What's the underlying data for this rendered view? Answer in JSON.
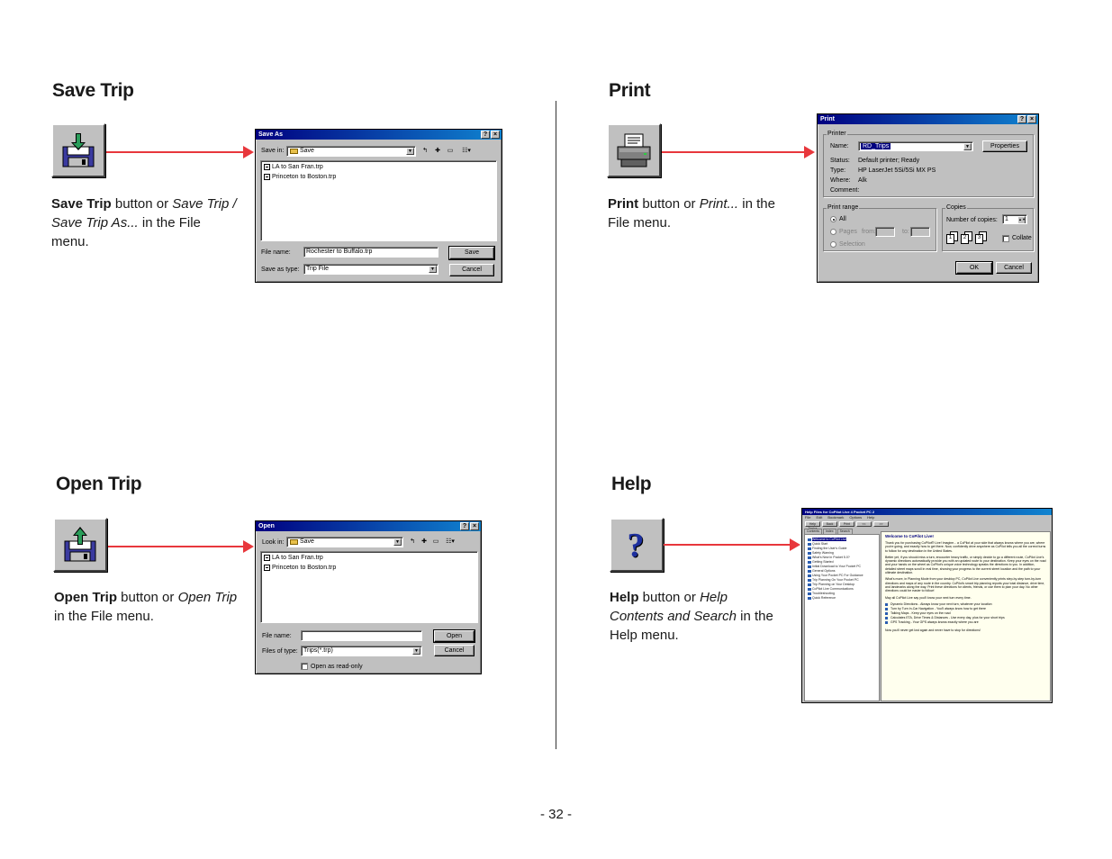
{
  "sections": {
    "save": {
      "title": "Save Trip",
      "desc_bold": "Save Trip",
      "desc_mid": " button or ",
      "desc_it": "Save Trip / Save Trip As...",
      "desc_end": " in the File menu.",
      "icon": "save-disk-icon"
    },
    "print": {
      "title": "Print",
      "desc_bold": "Print",
      "desc_mid": " button or ",
      "desc_it": "Print...",
      "desc_end": " in the File menu.",
      "icon": "printer-icon"
    },
    "open": {
      "title": "Open Trip",
      "desc_bold": "Open Trip",
      "desc_mid": " button or ",
      "desc_it": "Open Trip",
      "desc_end": " in the File menu.",
      "icon": "open-disk-icon"
    },
    "help": {
      "title": "Help",
      "desc_bold": "Help",
      "desc_mid": " button or ",
      "desc_it": "Help Contents and Search",
      "desc_end": " in the Help menu.",
      "icon": "question-mark-icon"
    }
  },
  "save_dialog": {
    "title": "Save As",
    "save_in_label": "Save in:",
    "save_in_value": "Save",
    "files": [
      "LA to San Fran.trp",
      "Princeton to Boston.trp"
    ],
    "file_name_label": "File name:",
    "file_name_value": "Rochester to Buffalo.trp",
    "save_as_type_label": "Save as type:",
    "save_as_type_value": "Trip File",
    "save_button": "Save",
    "cancel_button": "Cancel"
  },
  "open_dialog": {
    "title": "Open",
    "look_in_label": "Look in:",
    "look_in_value": "Save",
    "files": [
      "LA to San Fran.trp",
      "Princeton to Boston.trp"
    ],
    "file_name_label": "File name:",
    "file_name_value": "",
    "files_of_type_label": "Files of type:",
    "files_of_type_value": "Trips(*.trp)",
    "open_button": "Open",
    "cancel_button": "Cancel",
    "read_only_label": "Open as read-only"
  },
  "print_dialog": {
    "title": "Print",
    "printer_group": "Printer",
    "name_label": "Name:",
    "name_value": "RD_Trips",
    "properties_button": "Properties",
    "status_label": "Status:",
    "status_value": "Default printer; Ready",
    "type_label": "Type:",
    "type_value": "HP LaserJet 5Si/5Si MX PS",
    "where_label": "Where:",
    "where_value": "Alk",
    "comment_label": "Comment:",
    "comment_value": "",
    "print_range_group": "Print range",
    "all_label": "All",
    "pages_label": "Pages",
    "from_label": "from:",
    "to_label": "to:",
    "selection_label": "Selection",
    "copies_group": "Copies",
    "copies_label": "Number of copies:",
    "copies_value": "1",
    "collate_label": "Collate",
    "collate_pages": [
      "1",
      "2",
      "3"
    ],
    "ok_button": "OK",
    "cancel_button": "Cancel"
  },
  "help_window": {
    "title": "Help Files for CoPilot Live 4 Pocket PC 2",
    "menu": [
      "File",
      "Edit",
      "Bookmark",
      "Options",
      "Help"
    ],
    "toolbar": [
      "Help Topics",
      "Back",
      "Print",
      "<<",
      ">>"
    ],
    "tabs": [
      "Contents",
      "Index",
      "Search"
    ],
    "tree": [
      "Welcome to CoPilot Live",
      "Quick Start",
      "Finding the User's Guide",
      "Safety Warning",
      "What's New in Pocket 5.0?",
      "Getting Started",
      "Initial Download to Your Pocket PC",
      "General Options",
      "Using Your Pocket PC For Guidance",
      "Trip Planning On Your Pocket PC",
      "Trip Planning on Your Desktop",
      "CoPilot Live Communications",
      "Troubleshooting",
      "Quick Reference"
    ],
    "heading": "Welcome to CoPilot Live!",
    "paragraphs": [
      "Thank you for purchasing CoPilot® Live! Imagine... a CoPilot at your side that always knows where you are, where you're going, and exactly how to get there. Now, confidently drive anywhere as CoPilot tells you all the correct turns to follow for any destination in the United States.",
      "Better yet, if you should miss a turn, encounter heavy traffic, or simply decide to go a different route, CoPilot Live's dynamic directions automatically provide you with an updated route to your destination. Keep your eyes on the road and your hands on the wheel as CoPilot's unique voice technology speaks the directions to you. In addition, detailed street maps scroll in real time, showing your progress to the current street location and the path to your ultimate destination.",
      "What's more, in Planning Mode from your desktop PC, CoPilot Live conveniently prints step-by-step turn-by-turn directions and maps of any route in the country. CoPilot's smart trip planning reports your total distance, drive time, and landmarks along the way. Print these directions for clients, friends, or use them to plan your day. No other directions could be easier to follow!",
      "May all CoPilot Live say you'll know your next turn every time."
    ],
    "bullets": [
      "Dynamic Directions - Always know your next turn, whatever your location",
      "Turn by Turn In-Car Navigation - You'll always know how to get there",
      "Talking Maps - Keep your eyes on the road",
      "Calculates ETA, Drive Times & Distances - Use every day, plus for your short trips",
      "GPS Tracking - Your GPS always knows exactly where you are"
    ],
    "footer_text": "Now you'll never get lost again and never have to stop for directions!"
  },
  "page_number": "- 32 -",
  "colors": {
    "arrow": "#e8373c",
    "win_face": "#c0c0c0",
    "title_active": "#000080"
  }
}
